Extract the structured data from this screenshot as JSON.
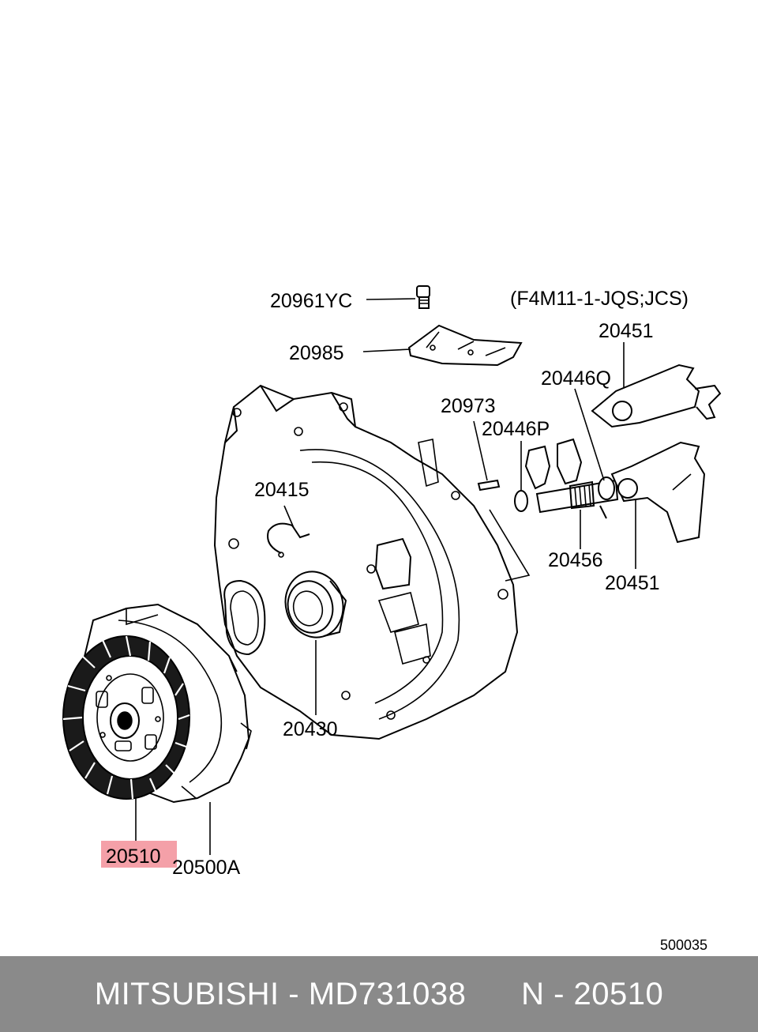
{
  "diagram": {
    "variant": "(F4M11-1-JQS;JCS)",
    "drawing_number": "500035",
    "highlight_color": "#f4a0a8",
    "labels": {
      "p20961YC": "20961YC",
      "p20985": "20985",
      "p20451_top": "20451",
      "p20446Q": "20446Q",
      "p20973": "20973",
      "p20446P": "20446P",
      "p20415": "20415",
      "p20456": "20456",
      "p20451_bottom": "20451",
      "p20430": "20430",
      "p20510": "20510",
      "p20500A": "20500A"
    }
  },
  "footer": {
    "brand": "MITSUBISHI",
    "separator": " - ",
    "part_number": "MD731038",
    "ref_prefix": "N",
    "ref_number": "20510",
    "bg_color": "#8a8a8a"
  }
}
